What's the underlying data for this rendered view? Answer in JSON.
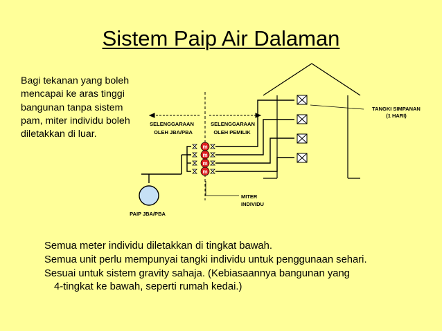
{
  "slide": {
    "title": "Sistem Paip Air Dalaman",
    "intro_lines": [
      "Bagi tekanan yang boleh",
      "mencapai ke aras tinggi",
      "bangunan tanpa sistem",
      "pam, miter individu boleh",
      "diletakkan di luar."
    ],
    "bullets": [
      "Semua meter individu diletakkan di tingkat bawah.",
      "Semua unit perlu mempunyai tangki individu untuk penggunaan sehari.",
      "Sesuai untuk sistem gravity sahaja. (Kebiasaannya bangunan yang",
      "4-tingkat ke bawah, seperti rumah kedai.)"
    ]
  },
  "diagram": {
    "label_jba_line1": "SELENGGARAAN",
    "label_jba_line2": "OLEH JBA/PBA",
    "label_owner_line1": "SELENGGARAAN",
    "label_owner_line2": "OLEH PEMILIK",
    "label_tank_line1": "TANGKI SIMPANAN",
    "label_tank_line2": "(1 HARI)",
    "label_meter_line1": "MITER",
    "label_meter_line2": "INDIVIDU",
    "label_main_pipe": "PAIP JBA/PBA",
    "meter_symbol": "m",
    "colors": {
      "background": "#ffff99",
      "meter_fill": "#e02020",
      "main_pipe_fill": "#c6e0f5"
    }
  }
}
